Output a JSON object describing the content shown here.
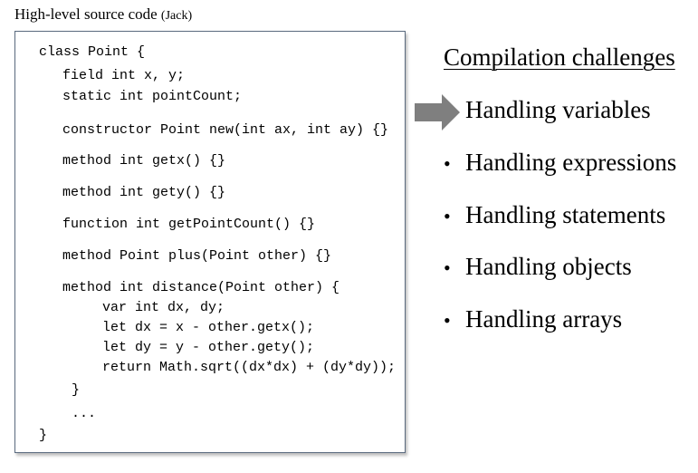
{
  "caption": {
    "main": "High-level source code",
    "lang": "(Jack)"
  },
  "code": {
    "lines": [
      "class Point {",
      "field int x, y;",
      "static int pointCount;",
      "constructor Point new(int ax, int ay) {}",
      "method int getx() {}",
      "method int gety() {}",
      "function int getPointCount() {}",
      "method Point plus(Point other) {}",
      "method int distance(Point other) {",
      "var int dx, dy;",
      "let dx = x - other.getx();",
      "let dy = y - other.gety();",
      "return Math.sqrt((dx*dx) + (dy*dy));",
      "}",
      "...",
      "}"
    ]
  },
  "challenges": {
    "heading": "Compilation challenges",
    "bullet_glyph": "•",
    "items": [
      "Handling variables",
      "Handling expressions",
      "Handling statements",
      "Handling objects",
      "Handling arrays"
    ],
    "current_index": 0
  },
  "colors": {
    "arrow_fill": "#7f7f7f",
    "box_border": "#5a6a7e"
  }
}
